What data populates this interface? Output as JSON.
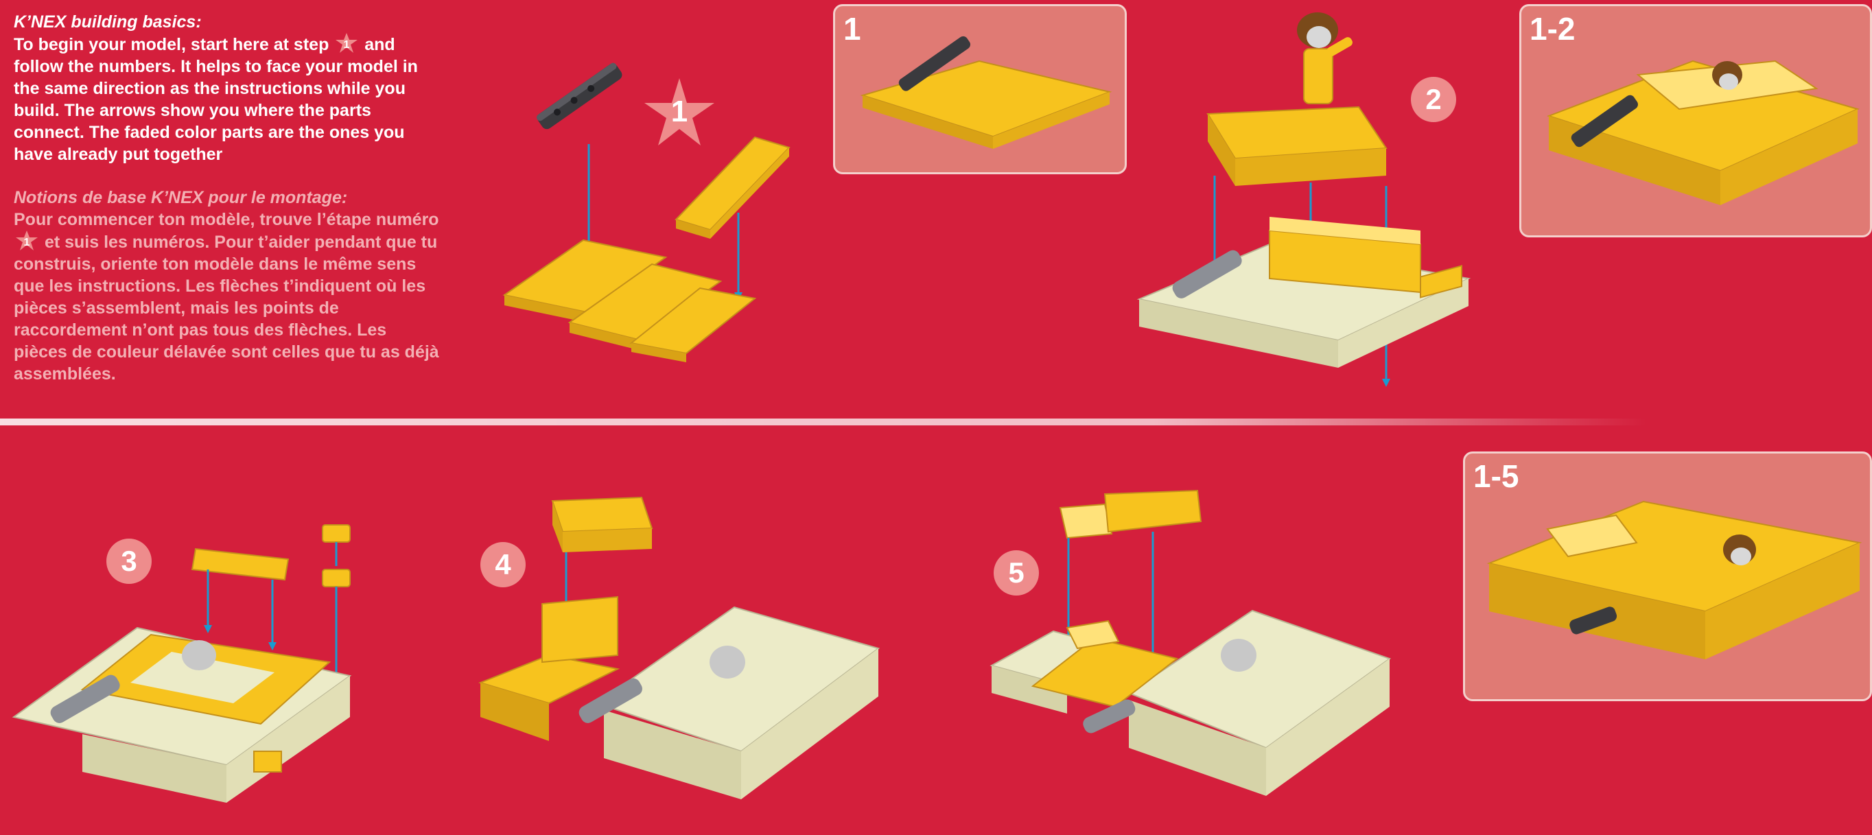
{
  "intro_en": {
    "heading": "K’NEX building basics:",
    "line1_a": "To begin your model, start here at step",
    "step_ref": "1",
    "line1_b": "and follow the numbers. It helps to face your model in the same direction as the instructions while you build. The arrows show you where the parts connect. The faded color parts are the ones you have already put together"
  },
  "intro_fr": {
    "heading": "Notions de base K’NEX pour le montage:",
    "line1_a": "Pour commencer ton modèle, trouve l’étape numéro",
    "step_ref": "1",
    "line1_b": "et suis les numéros. Pour t’aider pendant que tu construis, oriente ton modèle dans le même sens que les instructions. Les flèches t’indiquent où les pièces s’assemblent, mais les points de raccordement n’ont pas tous des flèches. Les pièces de couleur délavée sont celles que tu as déjà assemblées."
  },
  "steps": {
    "step1": "1",
    "step2": "2",
    "step3": "3",
    "step4": "4",
    "step5": "5"
  },
  "panels": {
    "p1": "1",
    "p12": "1-2",
    "p15": "1-5"
  },
  "colors": {
    "background": "#d41f3c",
    "brick_yellow": "#f7c31e",
    "brick_faded": "#ecebc8",
    "arrow": "#1a9bd0"
  }
}
